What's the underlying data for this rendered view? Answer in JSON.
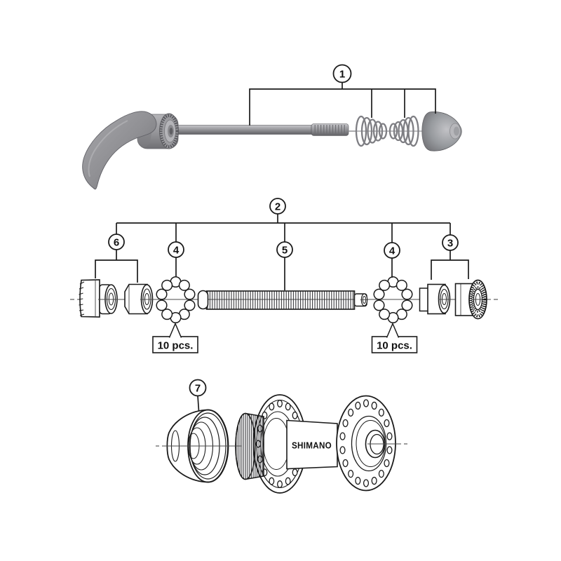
{
  "callouts": {
    "c1": "1",
    "c2": "2",
    "c3": "3",
    "c4_left": "4",
    "c4_right": "4",
    "c5": "5",
    "c6": "6",
    "c7": "7"
  },
  "labels": {
    "qty_left": "10 pcs.",
    "qty_right": "10 pcs."
  },
  "brand": {
    "hub_logo": "SHIMANO"
  },
  "colors": {
    "background": "#ffffff",
    "line": "#1b1b1b",
    "centerline": "#4a4a4a",
    "metal_light": "#c8c8cc",
    "metal_mid": "#97979b",
    "metal_dark": "#66666a"
  }
}
